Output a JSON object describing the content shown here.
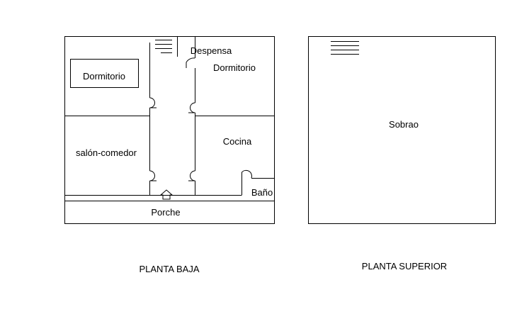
{
  "plans": {
    "ground": {
      "caption": "PLANTA BAJA",
      "rooms": {
        "bedroom_left": "Dormitorio",
        "pantry": "Despensa",
        "bedroom_right": "Dormitorio",
        "living_dining": "salón-comedor",
        "kitchen": "Cocina",
        "bathroom": "Baño",
        "porch": "Porche"
      }
    },
    "upper": {
      "caption": "PLANTA SUPERIOR",
      "rooms": {
        "attic": "Sobrao"
      }
    }
  },
  "colors": {
    "line": "#000000",
    "background": "#ffffff"
  },
  "icons": {
    "stairs": "stairs-icon",
    "entrance": "entrance-arrow-icon"
  }
}
